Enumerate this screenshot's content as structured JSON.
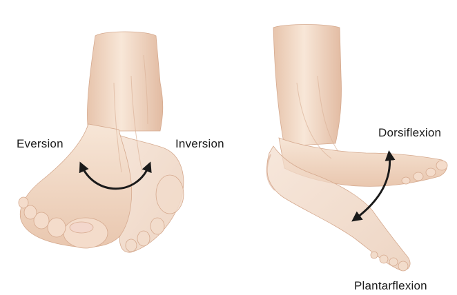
{
  "figure": {
    "left_panel": {
      "label_left": "Eversion",
      "label_right": "Inversion"
    },
    "right_panel": {
      "label_top": "Dorsiflexion",
      "label_bottom": "Plantarflexion"
    }
  },
  "colors": {
    "background": "#ffffff",
    "skin_light": "#f6e3d3",
    "skin_mid": "#eccdb6",
    "skin_shadow": "#d8ac92",
    "nail": "#f3d7cc",
    "arrow": "#1a1a1a",
    "text": "#1a1a1a"
  }
}
